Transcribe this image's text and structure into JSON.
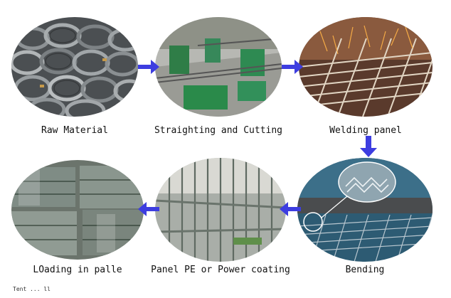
{
  "steps": [
    {
      "label": "Raw Material",
      "photo": "wire coils"
    },
    {
      "label": "Straighting and Cutting",
      "photo": "straightening and cutting machines"
    },
    {
      "label": "Welding panel",
      "photo": "welding sparks on mesh"
    },
    {
      "label": "Bending",
      "photo": "mesh bending machine"
    },
    {
      "label": "Panel PE or Power coating",
      "photo": "coated panels on line"
    },
    {
      "label": "LOading in palle",
      "photo": "stacked wrapped panels"
    }
  ],
  "footer": "Tent ... ll",
  "colors": {
    "arrow": "#3d3de0",
    "background": "#ffffff"
  }
}
